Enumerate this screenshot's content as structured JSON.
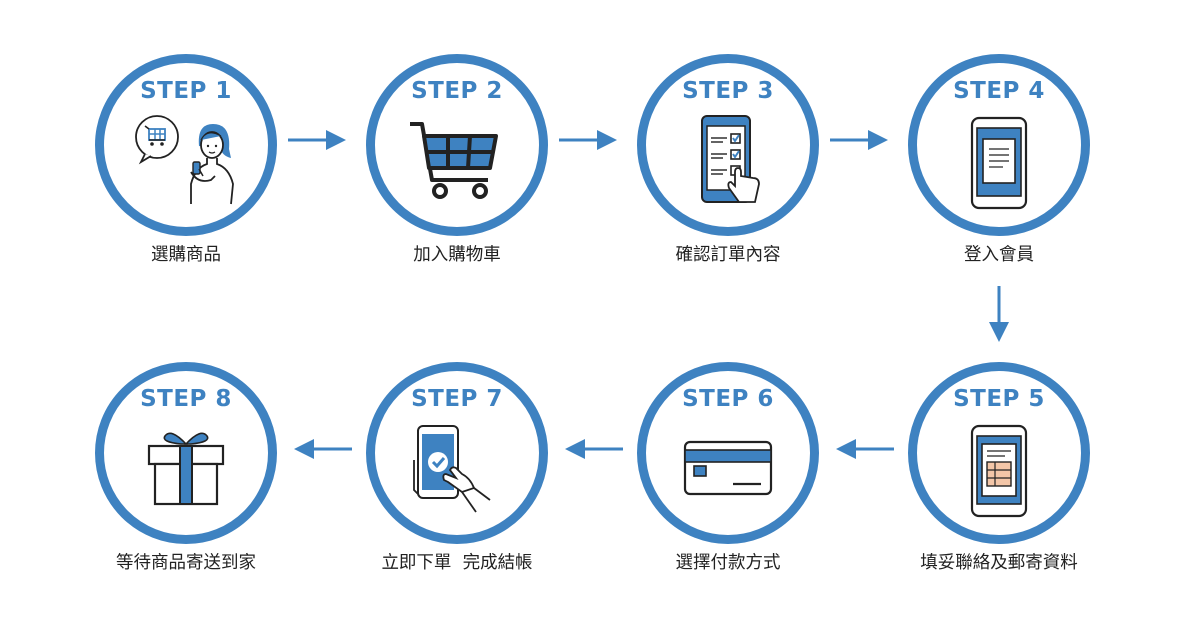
{
  "colors": {
    "accent": "#3e82c1",
    "ink": "#222222",
    "background": "#ffffff"
  },
  "steps": [
    {
      "title": "STEP 1",
      "label": "選購商品",
      "icon": "shopper-with-phone-icon"
    },
    {
      "title": "STEP 2",
      "label": "加入購物車",
      "icon": "shopping-cart-icon"
    },
    {
      "title": "STEP 3",
      "label": "確認訂單內容",
      "icon": "checklist-phone-icon"
    },
    {
      "title": "STEP 4",
      "label": "登入會員",
      "icon": "phone-document-icon"
    },
    {
      "title": "STEP 5",
      "label": "填妥聯絡及郵寄資料",
      "icon": "phone-form-icon"
    },
    {
      "title": "STEP 6",
      "label": "選擇付款方式",
      "icon": "credit-card-icon"
    },
    {
      "title": "STEP 7",
      "label": "立即下單  完成結帳",
      "icon": "phone-checkmark-icon"
    },
    {
      "title": "STEP 8",
      "label": "等待商品寄送到家",
      "icon": "gift-box-icon"
    }
  ]
}
